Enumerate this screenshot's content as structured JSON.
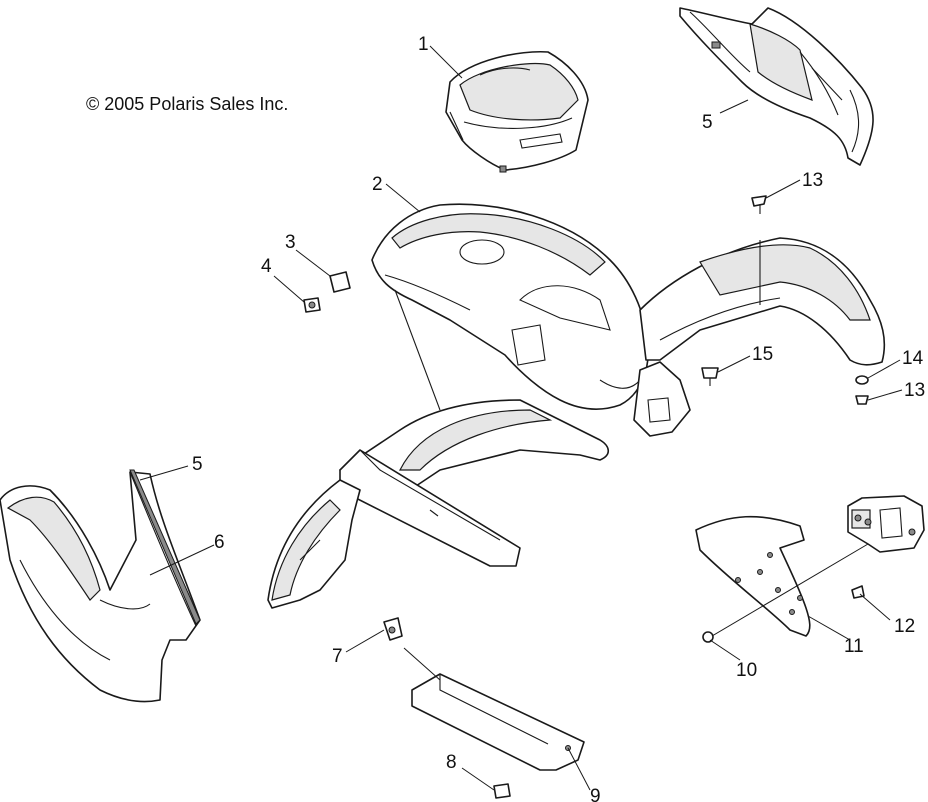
{
  "copyright": "© 2005 Polaris Sales Inc.",
  "callouts": [
    "1",
    "5",
    "2",
    "13",
    "3",
    "4",
    "15",
    "14",
    "13",
    "5",
    "6",
    "7",
    "8",
    "9",
    "10",
    "11",
    "12"
  ]
}
